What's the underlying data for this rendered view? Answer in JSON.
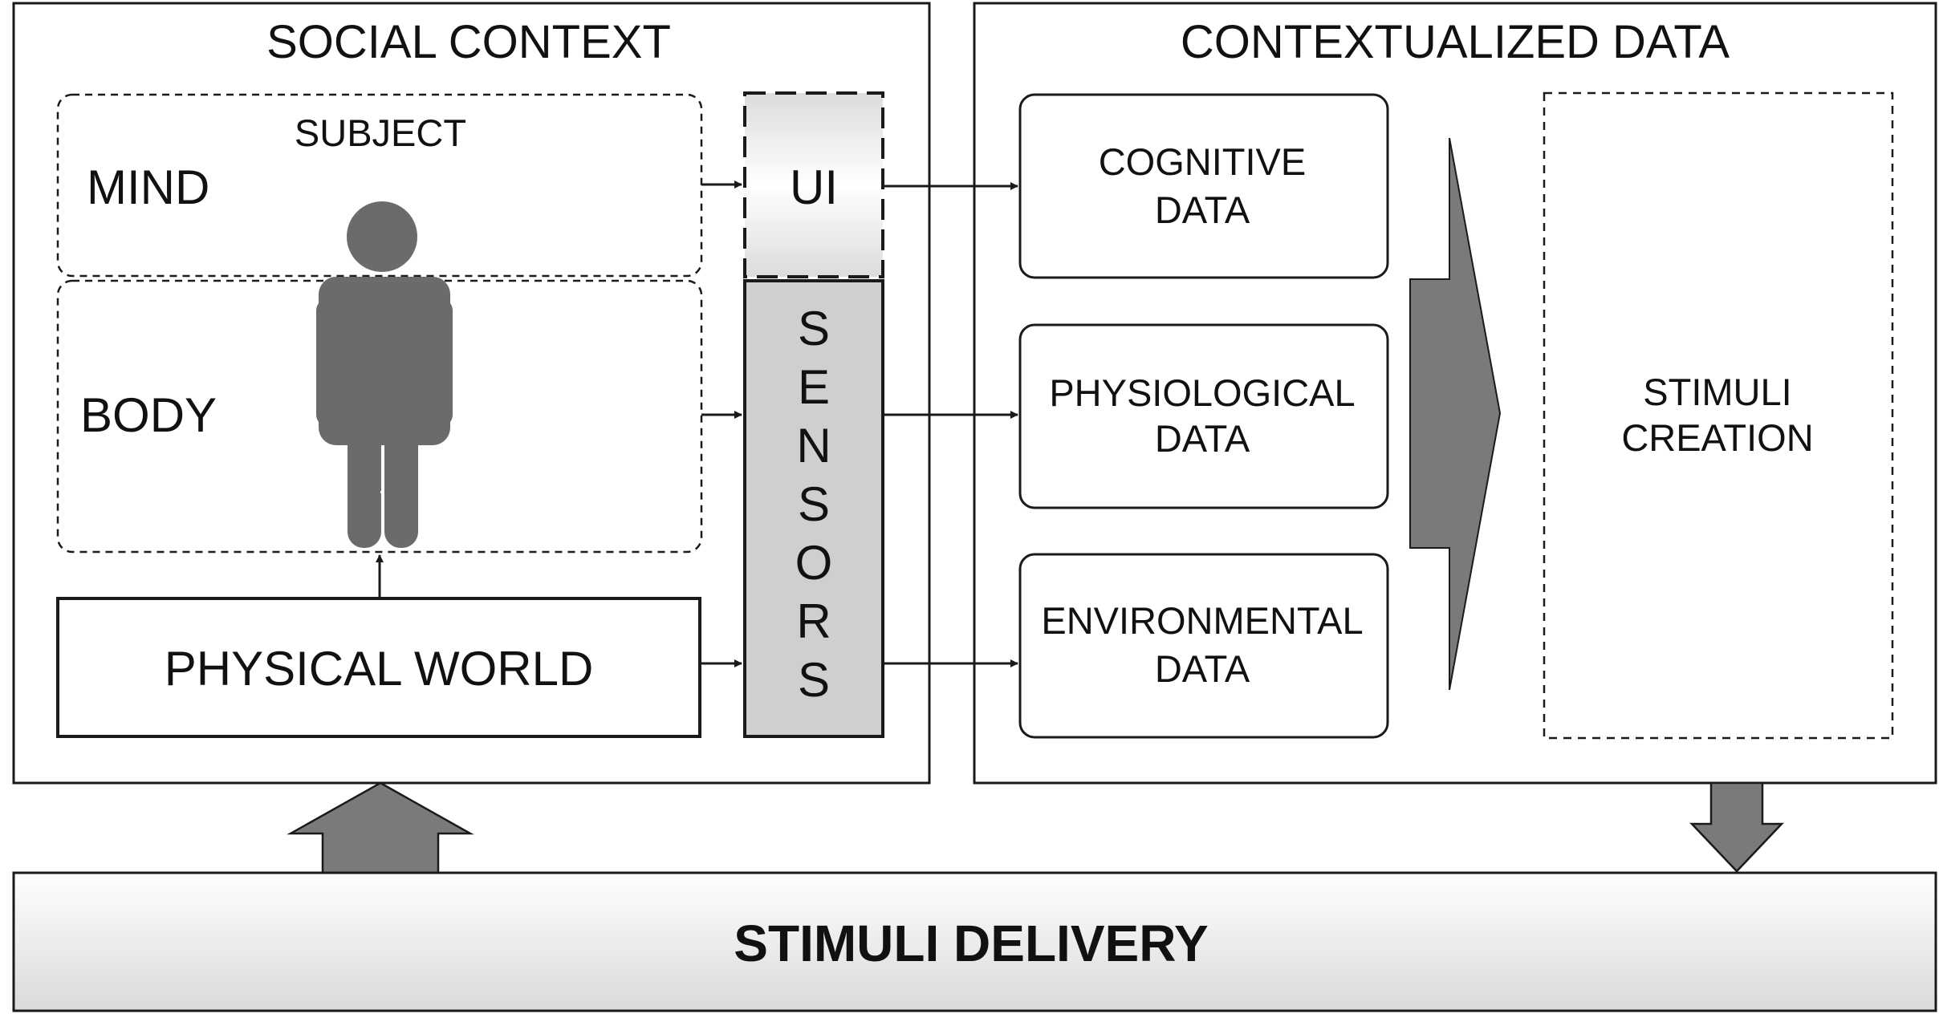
{
  "social_context": {
    "title": "SOCIAL CONTEXT",
    "subject_label": "SUBJECT",
    "mind_label": "MIND",
    "body_label": "BODY",
    "physical_world_label": "PHYSICAL WORLD",
    "ui_label": "UI",
    "sensors_letters": [
      "S",
      "E",
      "N",
      "S",
      "O",
      "R",
      "S"
    ]
  },
  "contextualized_data": {
    "title": "CONTEXTUALIZED DATA",
    "boxes": [
      {
        "line1": "COGNITIVE",
        "line2": "DATA"
      },
      {
        "line1": "PHYSIOLOGICAL",
        "line2": "DATA"
      },
      {
        "line1": "ENVIRONMENTAL",
        "line2": "DATA"
      }
    ],
    "stimuli_creation": {
      "line1": "STIMULI",
      "line2": "CREATION"
    }
  },
  "stimuli_delivery": {
    "label": "STIMULI DELIVERY"
  },
  "colors": {
    "figure_gray": "#6b6b6b",
    "sensor_fill": "#cfcfcf",
    "arrow_gray": "#7a7a7a",
    "stroke": "#1a1a1a"
  },
  "icons": {
    "subject": "person-icon"
  }
}
